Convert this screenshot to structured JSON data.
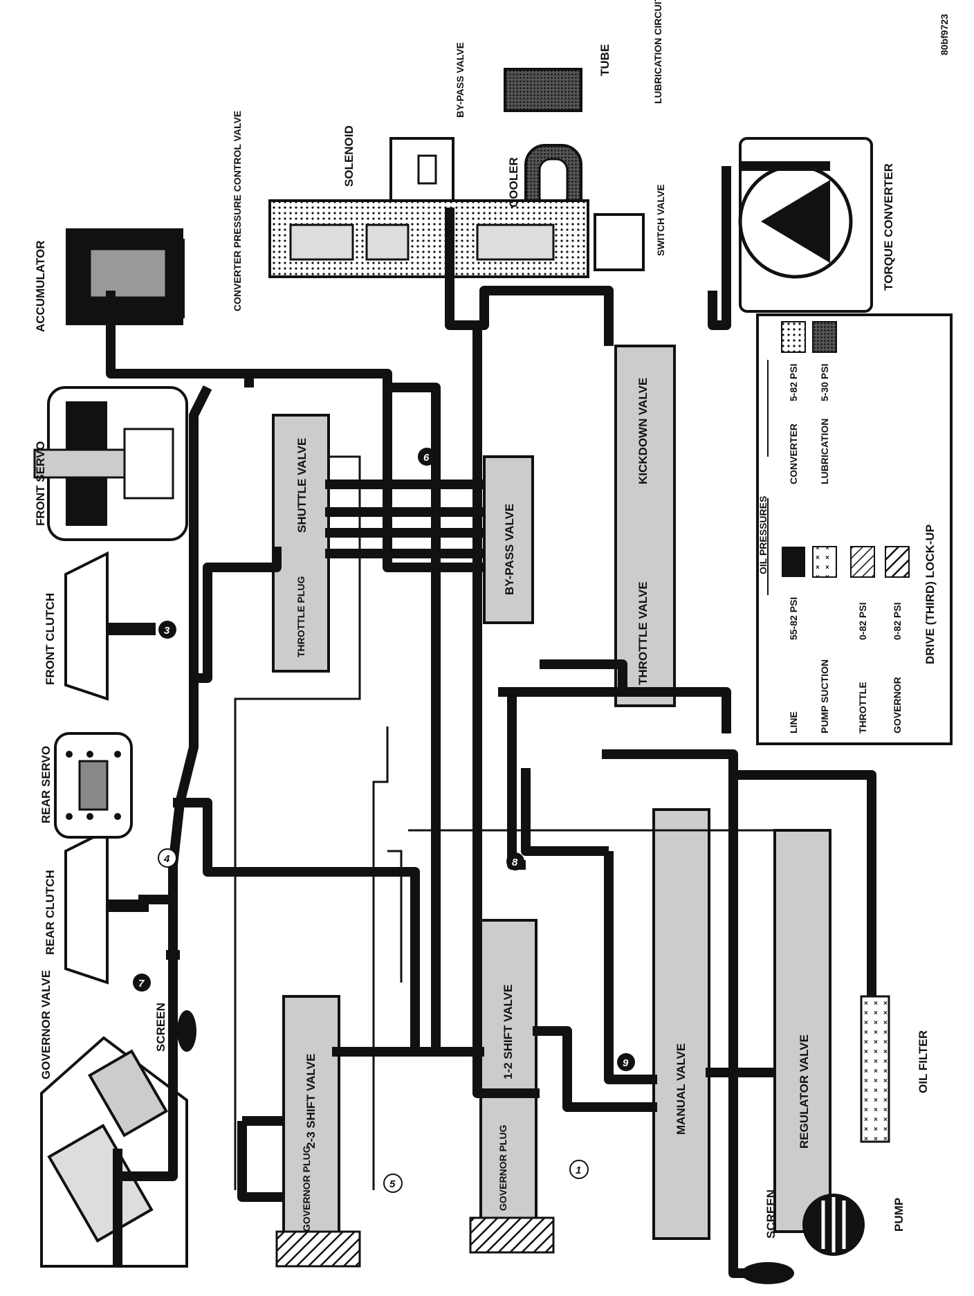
{
  "figure_id": "80bf9723",
  "components": {
    "governor_valve": "GOVERNOR VALVE",
    "screen_top": "SCREEN",
    "rear_clutch": "REAR CLUTCH",
    "rear_servo": "REAR SERVO",
    "front_clutch": "FRONT CLUTCH",
    "front_servo": "FRONT SERVO",
    "accumulator": "ACCUMULATOR",
    "converter_pressure_control_valve": "CONVERTER PRESSURE CONTROL VALVE",
    "solenoid": "SOLENOID",
    "bypass_valve_top": "BY-PASS VALVE",
    "tube": "TUBE",
    "lubrication_circuit": "LUBRICATION CIRCUIT",
    "cooler": "COOLER",
    "switch_valve": "SWITCH VALVE",
    "torque_converter": "TORQUE CONVERTER",
    "governor_plug_left": "GOVERNOR PLUG",
    "shift_valve_23": "2-3 SHIFT VALVE",
    "throttle_plug": "THROTTLE PLUG",
    "shuttle_valve": "SHUTTLE VALVE",
    "governor_plug_right": "GOVERNOR PLUG",
    "shift_valve_12": "1-2 SHIFT VALVE",
    "bypass_valve_mid": "BY-PASS VALVE",
    "manual_valve": "MANUAL VALVE",
    "throttle_valve": "THROTTLE VALVE",
    "kickdown_valve": "KICKDOWN VALVE",
    "regulator_valve": "REGULATOR VALVE",
    "oil_filter": "OIL FILTER",
    "screen_bottom": "SCREEN",
    "pump": "PUMP"
  },
  "passage_numbers": [
    "1",
    "3",
    "4",
    "5",
    "6",
    "7",
    "8",
    "9"
  ],
  "legend": {
    "title": "OIL PRESSURES",
    "rows_left": [
      {
        "name": "LINE",
        "range": "55-82 PSI",
        "pattern": "solid"
      },
      {
        "name": "PUMP SUCTION",
        "range": "",
        "pattern": "crosses"
      },
      {
        "name": "THROTTLE",
        "range": "0-82 PSI",
        "pattern": "hatch"
      },
      {
        "name": "GOVERNOR",
        "range": "0-82 PSI",
        "pattern": "hatch-bold"
      }
    ],
    "rows_right": [
      {
        "name": "CONVERTER",
        "range": "5-82 PSI",
        "pattern": "dotted"
      },
      {
        "name": "LUBRICATION",
        "range": "5-30 PSI",
        "pattern": "dense"
      }
    ],
    "caption": "DRIVE (THIRD) LOCK-UP"
  },
  "colors": {
    "line": "#111111",
    "paper": "#ffffff"
  }
}
